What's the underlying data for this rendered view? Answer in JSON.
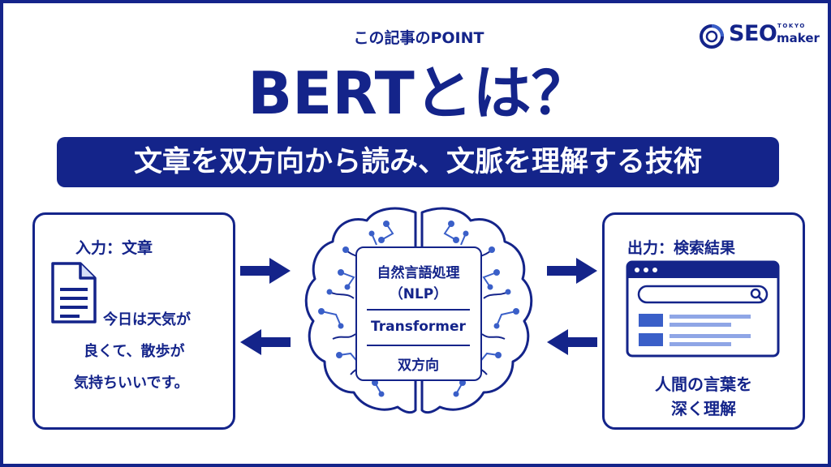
{
  "header": {
    "point_label": "この記事のPOINT",
    "logo_seo": "SEO",
    "logo_tokyo": "TOKYO",
    "logo_maker": "maker"
  },
  "title": "BERTとは？",
  "banner": "文章を双方向から読み、文脈を理解する技術",
  "input_box": {
    "title": "入力：文章",
    "sample_lines": [
      "今日は天気が",
      "良くて、散歩が",
      "気持ちいいです。"
    ]
  },
  "center_box": {
    "line1": "自然言語処理",
    "line2": "（NLP）",
    "line3": "Transformer",
    "line4": "双方向"
  },
  "output_box": {
    "title": "出力：検索結果",
    "understand_lines": [
      "人間の言葉を",
      "深く理解"
    ]
  },
  "colors": {
    "navy": "#14248a",
    "accent_blue": "#3a5fc8",
    "light_blue": "#8fa6e6"
  }
}
